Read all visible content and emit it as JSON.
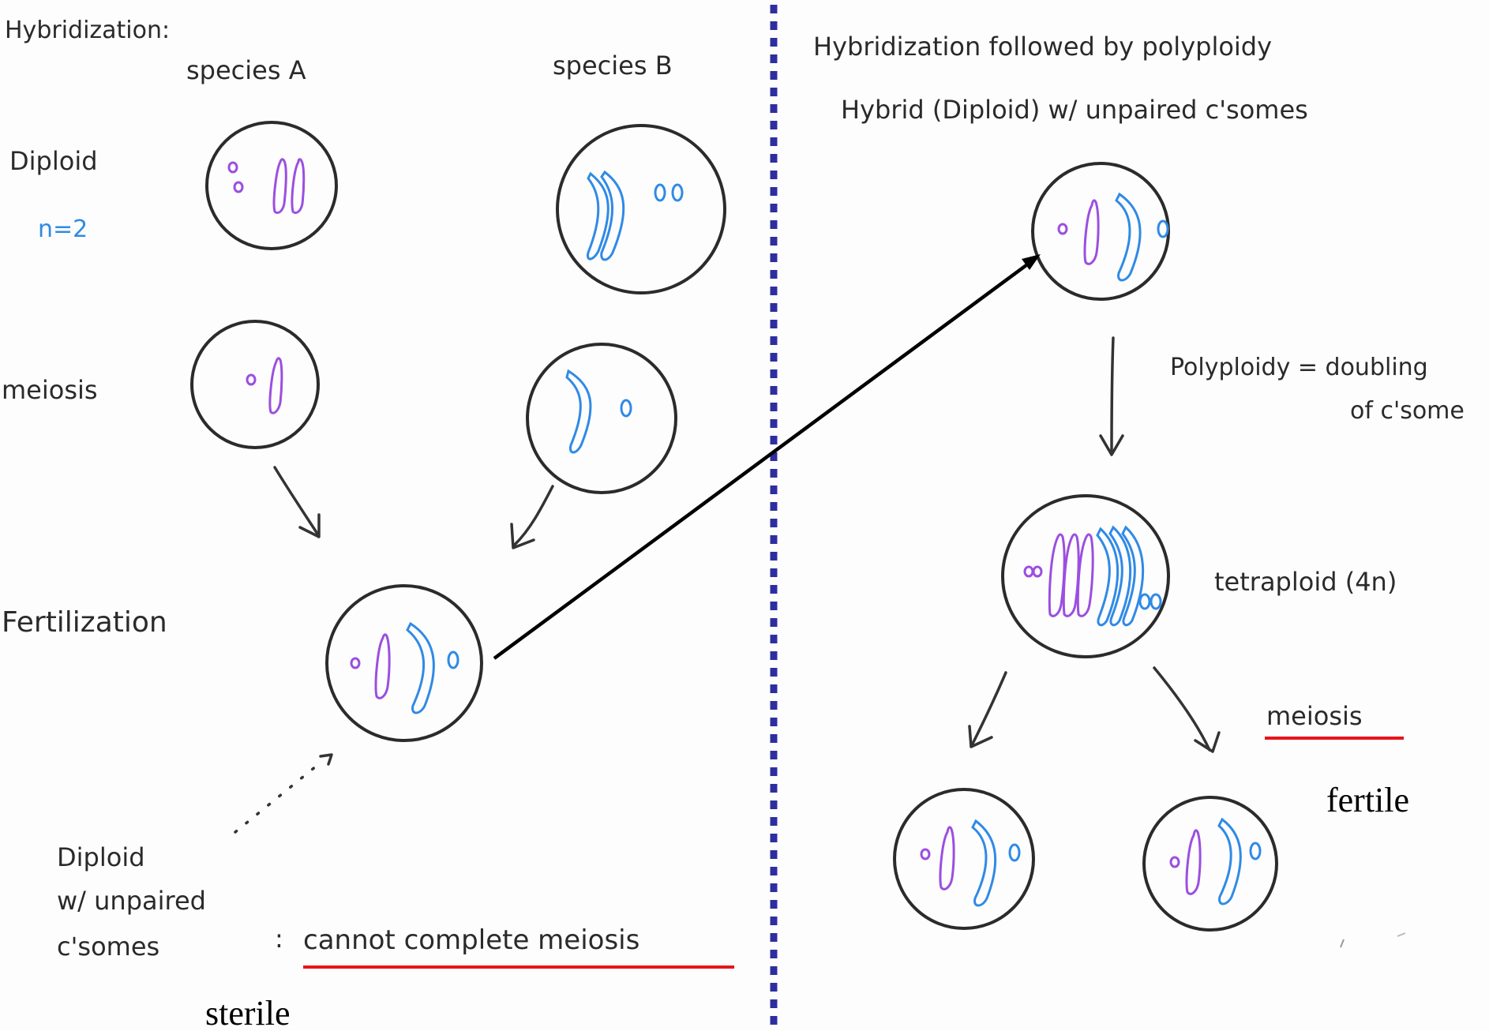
{
  "left_panel": {
    "title": "Hybridization:",
    "species_a": "species A",
    "species_b": "species B",
    "row_diploid": "Diploid",
    "n_label": "n=2",
    "row_meiosis": "meiosis",
    "row_fertilization": "Fertilization",
    "hybrid_note_line1": "Diploid",
    "hybrid_note_line2": "w/ unpaired",
    "hybrid_note_line3": "c'somes",
    "colon": ":",
    "cannot_label": "cannot complete meiosis",
    "sterile_label": "sterile"
  },
  "right_panel": {
    "title": "Hybridization followed by polyploidy",
    "subtitle": "Hybrid (Diploid) w/ unpaired c'somes",
    "polyploidy_line1": "Polyploidy = doubling",
    "polyploidy_line2": "of c'some",
    "tetraploid_label": "tetraploid (4n)",
    "meiosis_label": "meiosis",
    "fertile_label": "fertile"
  },
  "colors": {
    "species_a_chromosome": "#9b4fe0",
    "species_b_chromosome": "#2f8ae6",
    "divider": "#2e2ea0",
    "underline": "#e8141b"
  }
}
